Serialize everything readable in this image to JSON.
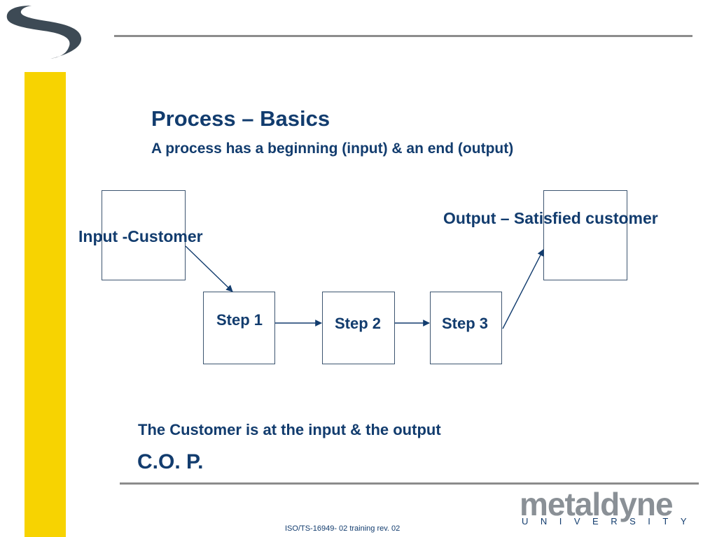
{
  "header": {
    "title": "Process – Basics",
    "subtitle": "A process has a beginning (input) & an end (output)"
  },
  "diagram": {
    "input_label": "Input -Customer",
    "output_label": "Output – Satisfied customer",
    "steps": [
      "Step 1",
      "Step 2",
      "Step 3"
    ]
  },
  "footer": {
    "note": "The Customer is at the input & the output",
    "acronym": "C.O. P.",
    "revision": "ISO/TS-16949- 02 training rev. 02"
  },
  "brand": {
    "name": "metaldyne",
    "subtitle": "UNIVERSITY"
  },
  "colors": {
    "text": "#123c6e",
    "accent_bar": "#f7d301",
    "rule": "#8c8c8c",
    "logo_mark": "#3d4a55"
  }
}
